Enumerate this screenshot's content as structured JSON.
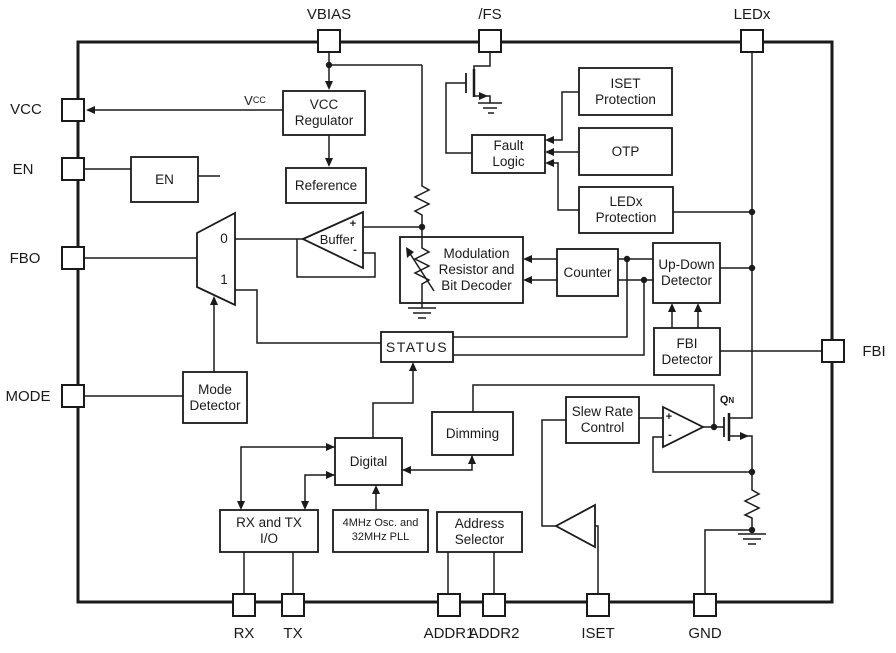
{
  "pins": {
    "vbias": "VBIAS",
    "fs": "/FS",
    "ledx": "LEDx",
    "vcc": "VCC",
    "en": "EN",
    "fbo": "FBO",
    "mode": "MODE",
    "fbi": "FBI",
    "rx": "RX",
    "tx": "TX",
    "addr1": "ADDR1",
    "addr2": "ADDR2",
    "iset": "ISET",
    "gnd": "GND"
  },
  "blocks": {
    "vcc_regulator": "VCC\nRegulator",
    "reference": "Reference",
    "en": "EN",
    "fault_logic": "Fault\nLogic",
    "iset_protection": "ISET\nProtection",
    "otp": "OTP",
    "ledx_protection": "LEDx\nProtection",
    "modulation": "Modulation\nResistor and\nBit Decoder",
    "counter": "Counter",
    "up_down_detector": "Up-Down\nDetector",
    "fbi_detector": "FBI\nDetector",
    "status": "STATUS",
    "mode_detector": "Mode\nDetector",
    "digital": "Digital",
    "dimming": "Dimming",
    "slew_rate_control": "Slew Rate\nControl",
    "rx_tx_io": "RX and TX\nI/O",
    "oscillator": "4MHz Osc. and\n32MHz PLL",
    "address_selector": "Address\nSelector"
  },
  "symbols": {
    "buffer": "Buffer",
    "mux_in0": "0",
    "mux_in1": "1",
    "buffer_plus": "+",
    "buffer_minus": "-",
    "opamp_plus": "+",
    "opamp_minus": "-",
    "vcc_net_base": "V",
    "vcc_net_sub": "CC",
    "qn_base": "Q",
    "qn_sub": "N"
  },
  "colors": {
    "line": "#1a1a1a",
    "background": "#ffffff"
  }
}
